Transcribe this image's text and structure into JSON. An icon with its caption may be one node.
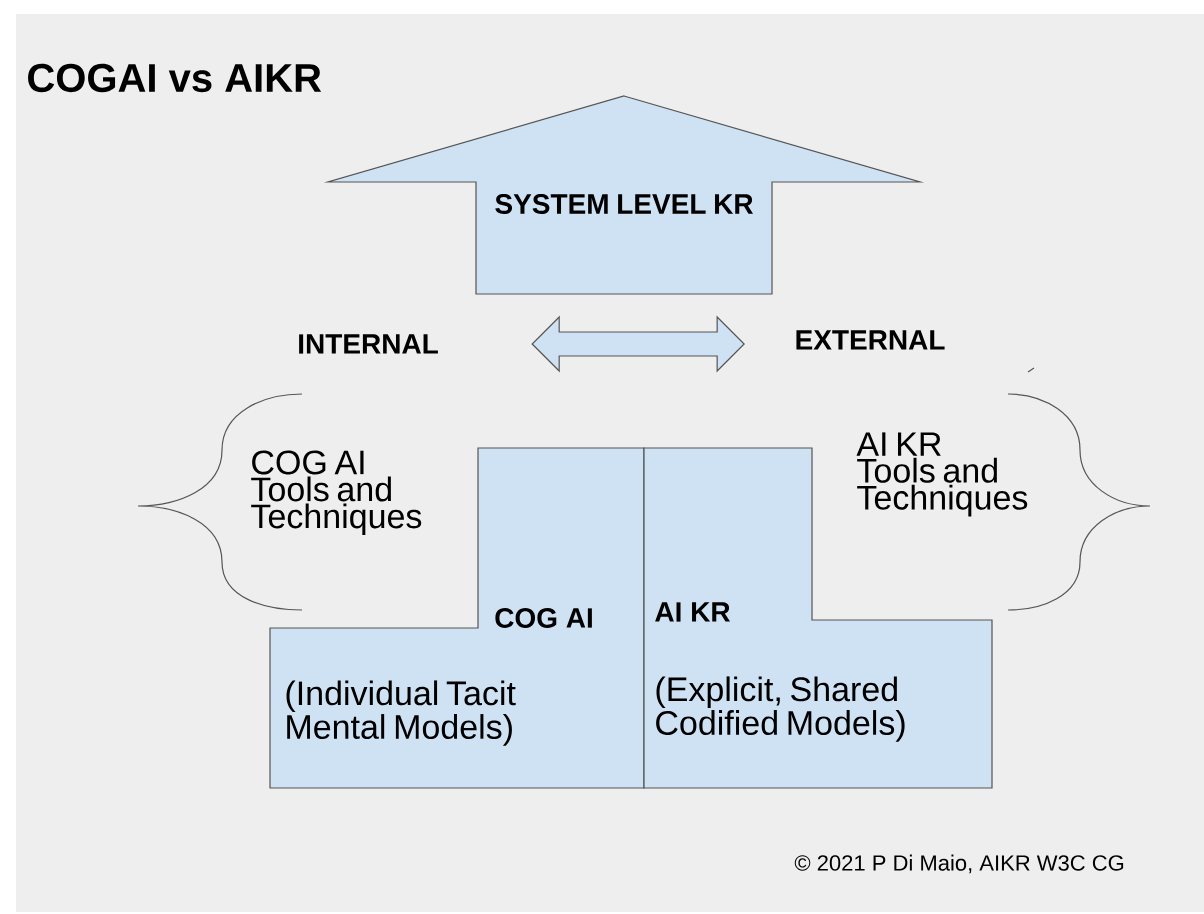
{
  "diagram": {
    "title": "COGAI vs AIKR",
    "nodes": [
      {
        "text": [
          "SYSTEM LEVEL KR"
        ]
      },
      {
        "text": [
          "INTERNAL"
        ]
      },
      {
        "text": [
          "EXTERNAL"
        ]
      },
      {
        "text": [
          "COG AI Tools and Techniques"
        ]
      },
      {
        "text": [
          "AI KR Tools and Techniques"
        ]
      },
      {
        "text": [
          "COG AI",
          "(Individual Tacit Mental Models)"
        ]
      },
      {
        "text": [
          "AI KR",
          "(Explicit, Shared Codified Models)"
        ]
      }
    ],
    "edges": [
      {
        "from": 1,
        "to": 2,
        "arrow": "both"
      }
    ],
    "labels": [
      "© 2021 P Di Maio, AIKR W3C CG"
    ]
  }
}
